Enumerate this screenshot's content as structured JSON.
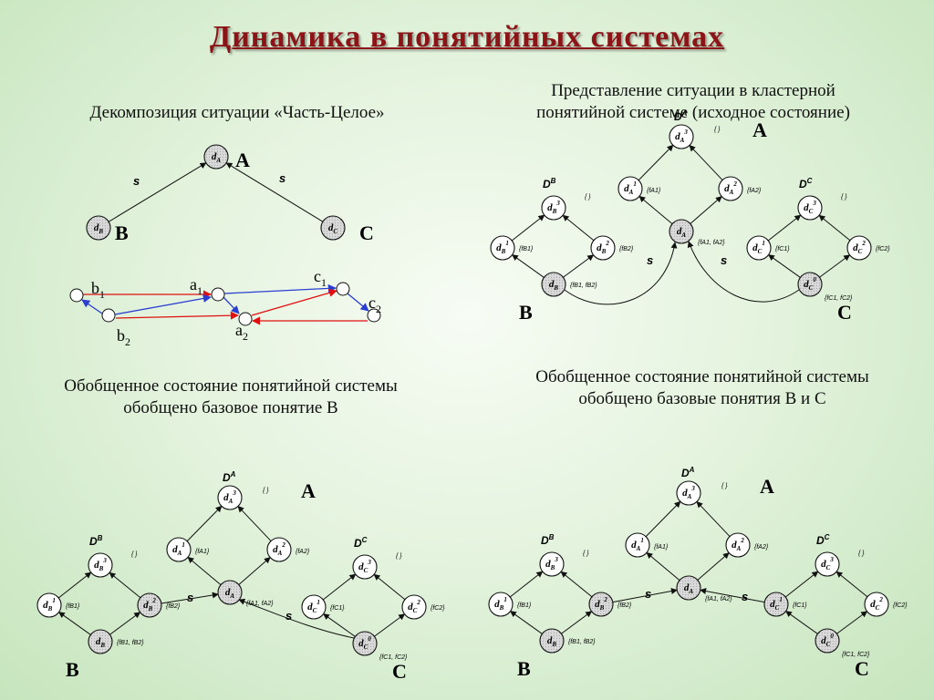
{
  "title": "Динамика  в  понятийных   системах",
  "captions": {
    "top_left": "Декомпозиция  ситуации «Часть-Целое»",
    "top_right_1": "Представление ситуации в кластерной",
    "top_right_2": "понятийной системе (исходное  состояние)",
    "bottom_left_1": "Обобщенное  состояние понятийной системы",
    "bottom_left_2": "обобщено базовое понятие В",
    "bottom_right_1": "Обобщенное  состояние понятийной системы",
    "bottom_right_2": "обобщено базовые понятия В и С"
  },
  "labels": {
    "A": "А",
    "B": "В",
    "C": "С",
    "s": "s",
    "DA": "D",
    "DA_sup": "A",
    "DB": "D",
    "DB_sup": "B",
    "DC": "D",
    "DC_sup": "C",
    "empty_set": "{ }",
    "fA1": "{fA1}",
    "fA2": "{fA2}",
    "fA1A2": "{fA1, fA2}",
    "fB1": "{fB1}",
    "fB2": "{fB2}",
    "fB1B2": "{fB1, fB2}",
    "fC1": "{fC1}",
    "fC2": "{fC2}",
    "fC1C2": "{fC1, fC2}",
    "b1": "b",
    "b1_sub": "1",
    "b2": "b",
    "b2_sub": "2",
    "a1": "a",
    "a1_sub": "1",
    "a2": "a",
    "a2_sub": "2",
    "c1": "c",
    "c1_sub": "1",
    "c2": "c",
    "c2_sub": "2"
  },
  "nodes": {
    "dA": {
      "base": "d",
      "sub": "A",
      "sup": ""
    },
    "dB": {
      "base": "d",
      "sub": "B",
      "sup": ""
    },
    "dC": {
      "base": "d",
      "sub": "C",
      "sup": ""
    },
    "dA1": {
      "base": "d",
      "sub": "A",
      "sup": "1"
    },
    "dA2": {
      "base": "d",
      "sub": "A",
      "sup": "2"
    },
    "dA3": {
      "base": "d",
      "sub": "A",
      "sup": "3"
    },
    "dB1": {
      "base": "d",
      "sub": "B",
      "sup": "1"
    },
    "dB2": {
      "base": "d",
      "sub": "B",
      "sup": "2"
    },
    "dB3": {
      "base": "d",
      "sub": "B",
      "sup": "3"
    },
    "dC0": {
      "base": "d",
      "sub": "C",
      "sup": "0"
    },
    "dC1": {
      "base": "d",
      "sub": "C",
      "sup": "1"
    },
    "dC2": {
      "base": "d",
      "sub": "C",
      "sup": "2"
    },
    "dC3": {
      "base": "d",
      "sub": "C",
      "sup": "3"
    }
  },
  "colors": {
    "title": "#8b1416",
    "node_shaded": "#d6d6d6",
    "node_plain": "#ffffff",
    "arrow_red": "#e01010",
    "arrow_blue": "#2a3fd0"
  }
}
